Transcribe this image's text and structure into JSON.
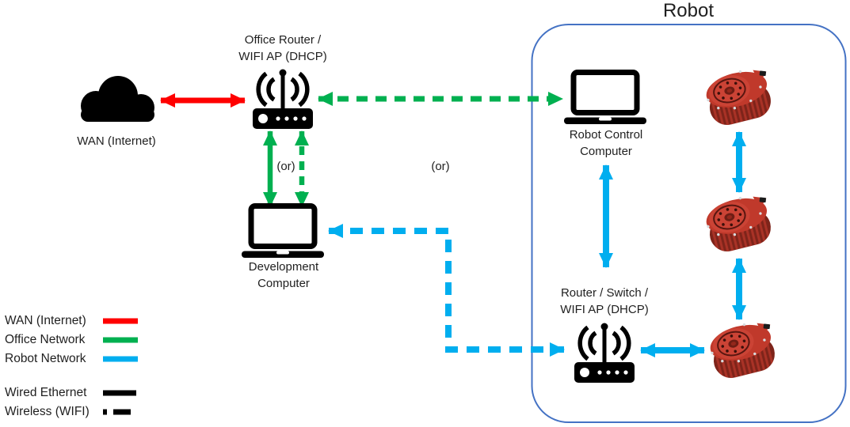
{
  "colors": {
    "wan_red": "#FF0000",
    "office_green": "#00B050",
    "robot_blue": "#00AEEF",
    "box_border": "#4472C4",
    "icon_black": "#000000"
  },
  "robot_box": {
    "title": "Robot"
  },
  "nodes": {
    "wan": {
      "label": "WAN (Internet)"
    },
    "office_router": {
      "line1": "Office Router /",
      "line2": "WIFI AP (DHCP)"
    },
    "robot_control_computer": {
      "line1": "Robot Control",
      "line2": "Computer"
    },
    "development_computer": {
      "line1": "Development",
      "line2": "Computer"
    },
    "robot_router": {
      "line1": "Router / Switch /",
      "line2": "WIFI AP (DHCP)"
    }
  },
  "annotations": {
    "or_left": "(or)",
    "or_right": "(or)"
  },
  "legend": {
    "network_items": [
      {
        "label": "WAN (Internet)",
        "color": "#FF0000",
        "style": "solid"
      },
      {
        "label": "Office Network",
        "color": "#00B050",
        "style": "solid"
      },
      {
        "label": "Robot Network",
        "color": "#00AEEF",
        "style": "solid"
      }
    ],
    "line_items": [
      {
        "label": "Wired Ethernet",
        "color": "#000000",
        "style": "solid"
      },
      {
        "label": "Wireless (WIFI)",
        "color": "#000000",
        "style": "dashed"
      }
    ]
  }
}
